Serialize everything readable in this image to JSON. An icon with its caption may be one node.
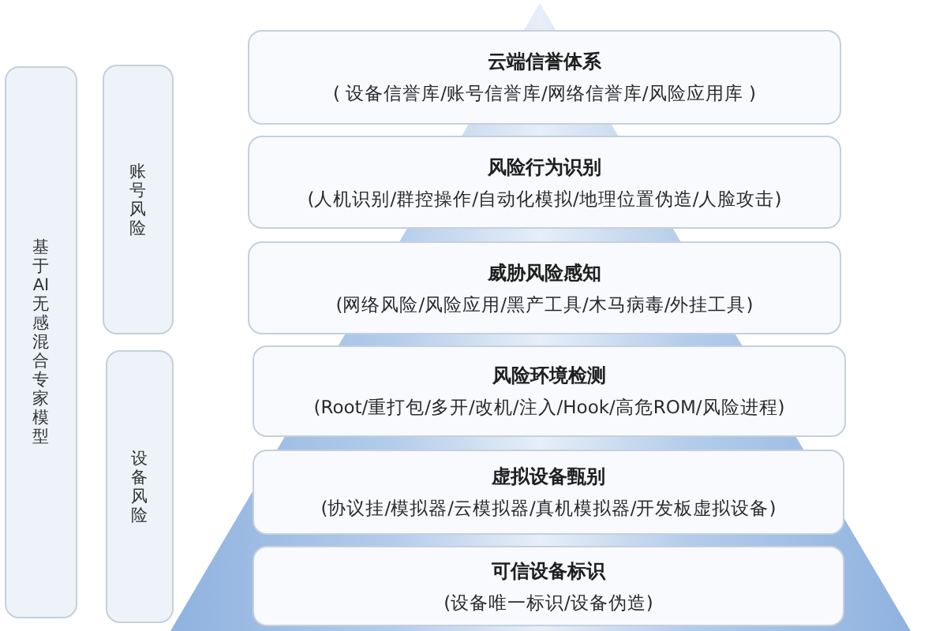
{
  "diagram": {
    "nodes": [
      {
        "text": [
          "基于AI无感混合专家模型"
        ]
      },
      {
        "text": [
          "账号风险"
        ]
      },
      {
        "text": [
          "设备风险"
        ]
      },
      {
        "text": [
          "云端信誉体系",
          "( 设备信誉库/账号信誉库/网络信誉库/风险应用库 )"
        ]
      },
      {
        "text": [
          "风险行为识别",
          "(人机识别/群控操作/自动化模拟/地理位置伪造/人脸攻击)"
        ]
      },
      {
        "text": [
          "威胁风险感知",
          "(网络风险/风险应用/黑产工具/木马病毒/外挂工具)"
        ]
      },
      {
        "text": [
          "风险环境检测",
          "(Root/重打包/多开/改机/注入/Hook/高危ROM/风险进程)"
        ]
      },
      {
        "text": [
          "虚拟设备甄别",
          "(协议挂/模拟器/云模拟器/真机模拟器/开发板虚拟设备)"
        ]
      },
      {
        "text": [
          "可信设备标识",
          "(设备唯一标识/设备伪造)"
        ]
      }
    ]
  }
}
